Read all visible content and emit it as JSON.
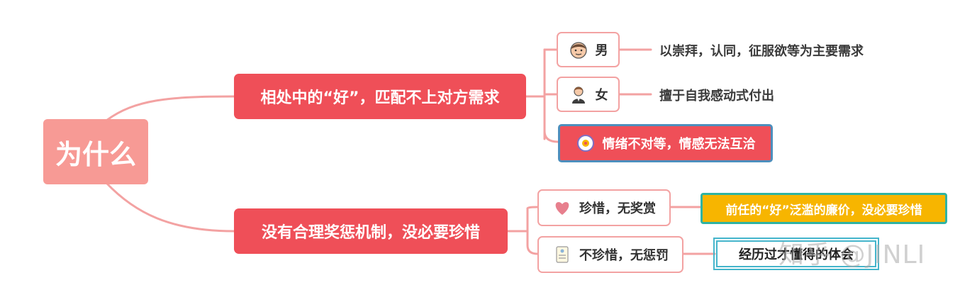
{
  "root": {
    "label": "为什么"
  },
  "branches": [
    {
      "label": "相处中的“好”，匹配不上对方需求",
      "children": [
        {
          "label": "男",
          "icon": "man-face-icon",
          "note": "以崇拜，认同，征服欲等为主要需求"
        },
        {
          "label": "女",
          "icon": "woman-figure-icon",
          "note": "擅于自我感动式付出"
        },
        {
          "label": "情绪不对等，情感无法互洽",
          "icon": "brain-gear-icon"
        }
      ]
    },
    {
      "label": "没有合理奖惩机制，没必要珍惜",
      "children": [
        {
          "label": "珍惜，无奖赏",
          "icon": "heart-icon",
          "note": "前任的“好”泛滥的廉价，没必要珍惜"
        },
        {
          "label": "不珍惜，无惩罚",
          "icon": "document-icon",
          "note": "经历过才懂得的体会"
        }
      ]
    }
  ],
  "watermark": "知乎 @JINLI",
  "colors": {
    "root": "#f79a95",
    "branch": "#ef4f58",
    "connector": "#f3a2a2",
    "yellow_box": "#f7b500",
    "teal_border": "#2fb3a2",
    "blue_border": "#4d8fbd",
    "cyan_frame": "#45b5cb"
  }
}
